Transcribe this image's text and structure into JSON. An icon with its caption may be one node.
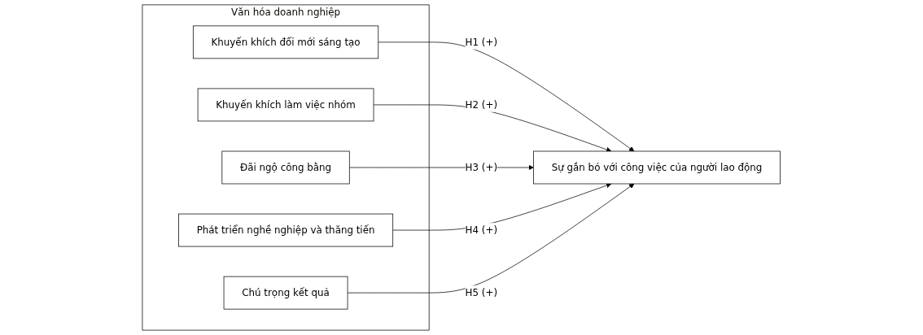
{
  "diagram": {
    "nodes": [
      {
        "text": [
          "Văn hóa doanh nghiệp"
        ]
      },
      {
        "text": [
          "Khuyến khích đổi mới sáng tạo"
        ],
        "in": 0
      },
      {
        "text": [
          "Khuyến khích làm việc nhóm"
        ],
        "in": 0
      },
      {
        "text": [
          "Đãi ngộ công bằng"
        ],
        "in": 0
      },
      {
        "text": [
          "Phát triển nghề nghiệp và thăng tiến"
        ],
        "in": 0
      },
      {
        "text": [
          "Chú trọng kết quả"
        ],
        "in": 0
      },
      {
        "text": [
          "Sự gắn bó với công việc của người lao động"
        ]
      }
    ],
    "edges": [
      {
        "from": 1,
        "to": 6,
        "arrow": "to",
        "label": "H1 (+)"
      },
      {
        "from": 2,
        "to": 6,
        "arrow": "to",
        "label": "H2 (+)"
      },
      {
        "from": 3,
        "to": 6,
        "arrow": "to",
        "label": "H3 (+)"
      },
      {
        "from": 4,
        "to": 6,
        "arrow": "to",
        "label": "H4 (+)"
      },
      {
        "from": 5,
        "to": 6,
        "arrow": "to",
        "label": "H5 (+)"
      }
    ]
  }
}
